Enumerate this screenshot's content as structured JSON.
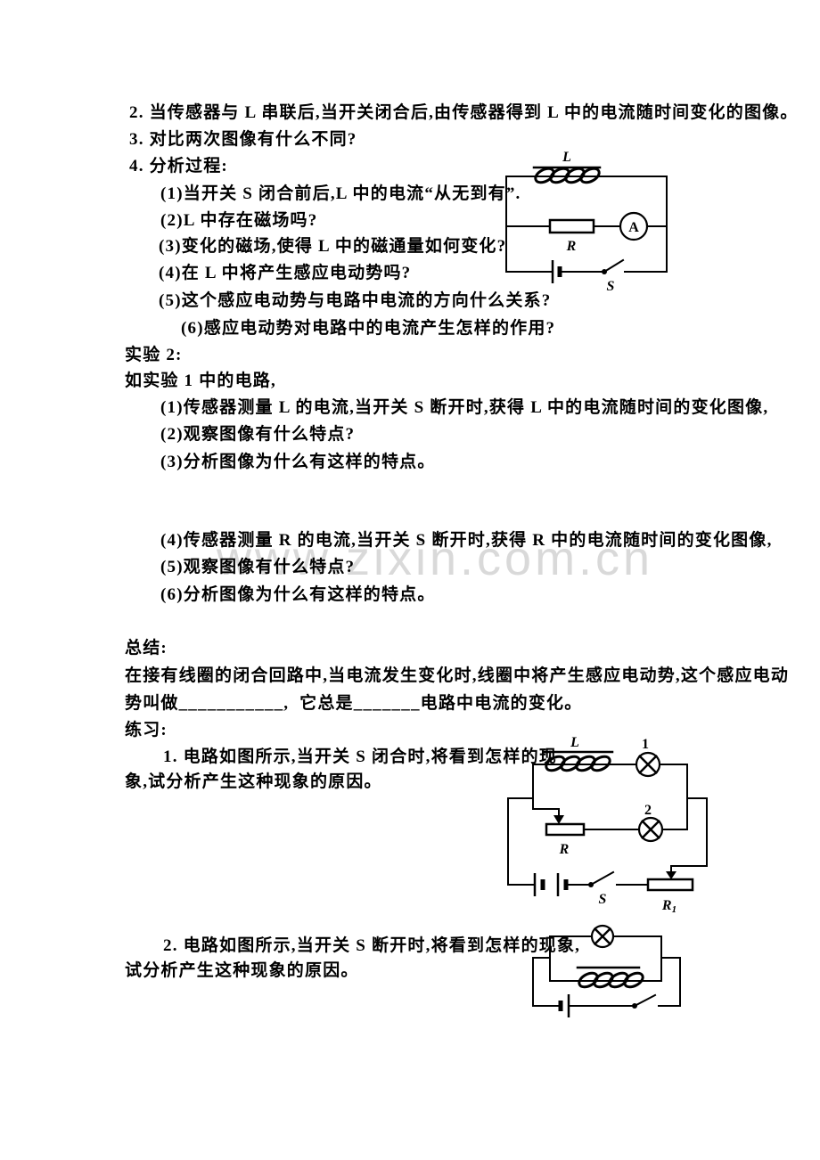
{
  "doc": {
    "watermark": "www.zixin.com.cn",
    "lines": [
      "2. 当传感器与 L 串联后,当开关闭合后,由传感器得到 L 中的电流随时间变化的图像。",
      "3. 对比两次图像有什么不同?",
      "4. 分析过程:",
      "(1)当开关 S 闭合前后,L 中的电流“从无到有”.",
      "(2)L 中存在磁场吗?",
      "(3)变化的磁场,使得 L 中的磁通量如何变化?",
      "(4)在 L 中将产生感应电动势吗?",
      "(5)这个感应电动势与电路中电流的方向什么关系?",
      "(6)感应电动势对电路中的电流产生怎样的作用?",
      "实验 2:",
      "如实验 1 中的电路,",
      "(1)传感器测量 L 的电流,当开关 S 断开时,获得 L 中的电流随时间的变化图像,",
      "(2)观察图像有什么特点?",
      "(3)分析图像为什么有这样的特点。",
      "(4)传感器测量 R 的电流,当开关 S 断开时,获得 R 中的电流随时间的变化图像,",
      "(5)观察图像有什么特点?",
      "(6)分析图像为什么有这样的特点。",
      "总结:",
      "在接有线圈的闭合回路中,当电流发生变化时,线圈中将产生感应电动势,这个感应电动",
      "势叫做___________,  它总是_______电路中电流的变化。",
      "练习:",
      "1. 电路如图所示,当开关 S 闭合时,将看到怎样的现",
      "象,试分析产生这种现象的原因。",
      "2. 电路如图所示,当开关 S 断开时,将看到怎样的现象,",
      "试分析产生这种现象的原因。"
    ]
  },
  "circuits": {
    "c1": {
      "inductor": "L",
      "resistor": "R",
      "ammeter": "A",
      "switch": "S"
    },
    "c2": {
      "inductor": "L",
      "lamp1": "1",
      "lamp2": "2",
      "rheostat": "R",
      "switch": "S",
      "rheostat2": "R",
      "rheostat2_sub": "1"
    }
  }
}
